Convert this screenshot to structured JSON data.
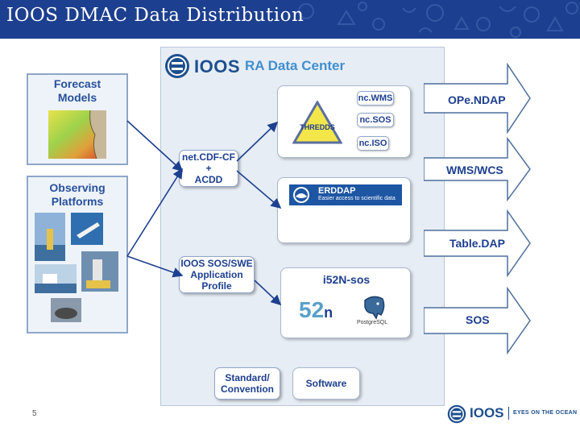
{
  "header": {
    "title": "IOOS DMAC Data Distribution"
  },
  "ra_panel": {
    "logo_text": "IOOS",
    "title": "RA Data Center"
  },
  "sources": {
    "forecast": {
      "title_line1": "Forecast",
      "title_line2": "Models"
    },
    "observing": {
      "title_line1": "Observing",
      "title_line2": "Platforms"
    }
  },
  "conventions": {
    "netcdf": {
      "line1": "net.CDF-CF",
      "line2": "+",
      "line3": "ACDD"
    },
    "sos_swe": {
      "line1": "IOOS SOS/SWE",
      "line2": "Application",
      "line3": "Profile"
    }
  },
  "servers": {
    "thredds": {
      "label": "THREDDS",
      "services": [
        "nc.WMS",
        "nc.SOS",
        "nc.ISO"
      ]
    },
    "erddap": {
      "name": "ERDDAP",
      "tagline": "Easier access to scientific data"
    },
    "i52n": {
      "title": "i52N-sos",
      "logo_text": "52",
      "logo_sup": "n",
      "db_label": "PostgreSQL"
    }
  },
  "outputs": [
    "OPe.NDAP",
    "WMS/WCS",
    "Table.DAP",
    "SOS"
  ],
  "legend": {
    "standard": {
      "line1": "Standard/",
      "line2": "Convention"
    },
    "software": "Software"
  },
  "footer": {
    "page_number": "5",
    "logo_text": "IOOS",
    "tagline": "EYES ON THE OCEAN"
  },
  "colors": {
    "header_bg": "#1d3f8f",
    "text_blue": "#1d3f8f",
    "accent_blue": "#3f8fcf",
    "panel_bg": "#e7edf5"
  }
}
